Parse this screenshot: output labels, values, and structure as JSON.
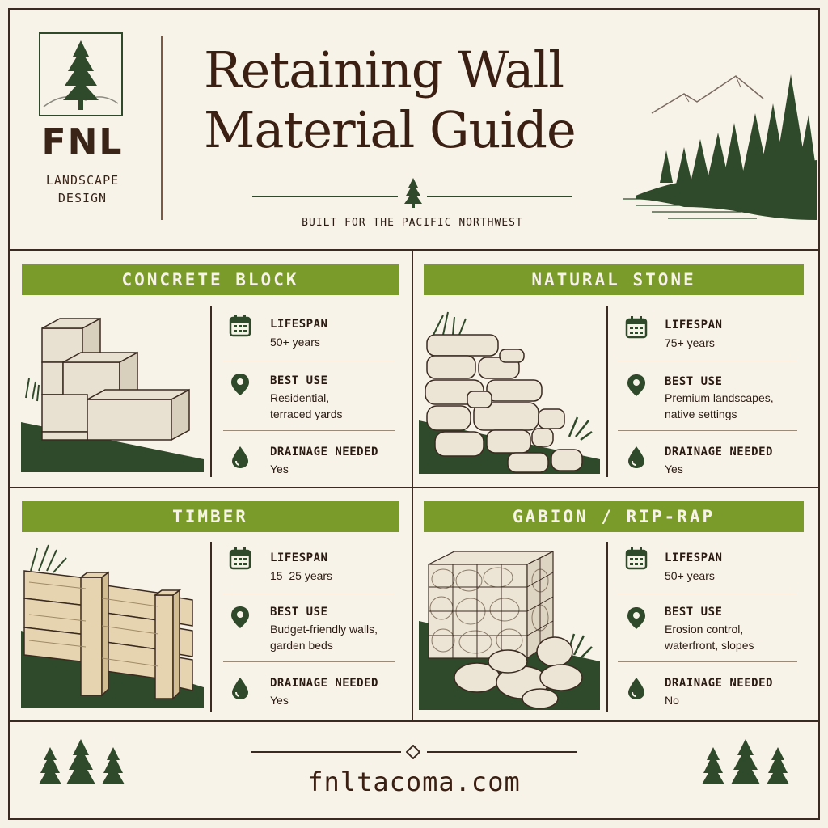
{
  "brand": {
    "name": "FNL",
    "subtitle_line1": "LANDSCAPE",
    "subtitle_line2": "DESIGN"
  },
  "title_line1": "Retaining Wall",
  "title_line2": "Material Guide",
  "tagline": "BUILT FOR THE PACIFIC NORTHWEST",
  "field_labels": {
    "lifespan": "LIFESPAN",
    "best_use": "BEST USE",
    "drainage": "DRAINAGE NEEDED"
  },
  "materials": [
    {
      "name": "CONCRETE BLOCK",
      "lifespan": "50+ years",
      "best_use_line1": "Residential,",
      "best_use_line2": "terraced yards",
      "drainage": "Yes"
    },
    {
      "name": "NATURAL STONE",
      "lifespan": "75+ years",
      "best_use_line1": "Premium landscapes,",
      "best_use_line2": "native settings",
      "drainage": "Yes"
    },
    {
      "name": "TIMBER",
      "lifespan": "15–25 years",
      "best_use_line1": "Budget-friendly walls,",
      "best_use_line2": "garden beds",
      "drainage": "Yes"
    },
    {
      "name": "GABION / RIP-RAP",
      "lifespan": "50+ years",
      "best_use_line1": "Erosion control,",
      "best_use_line2": "waterfront, slopes",
      "drainage": "No"
    }
  ],
  "footer_url": "fnltacoma.com",
  "colors": {
    "forest_green": "#2f4a2a",
    "olive_banner": "#7a9a2a",
    "brown_text": "#3a1f12",
    "cream_background": "#f8f3e8"
  },
  "icons": [
    "pine-tree-icon",
    "calendar-icon",
    "location-pin-icon",
    "water-drop-icon",
    "diamond-icon"
  ]
}
